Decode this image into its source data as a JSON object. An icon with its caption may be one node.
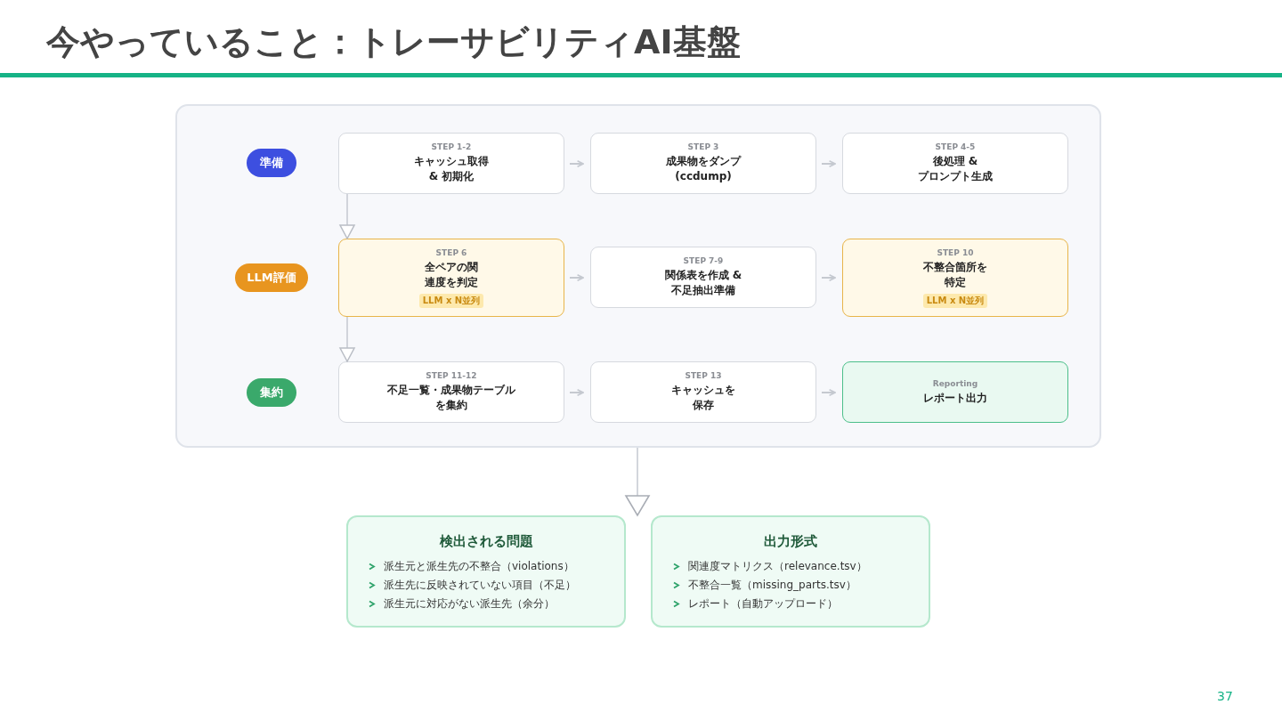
{
  "diagram": {
    "title": "今やっていること：トレーサビリティAI基盤",
    "nodes": [
      {
        "text": [],
        "shape": "box"
      },
      {
        "text": [
          "準備"
        ],
        "in": 0
      },
      {
        "text": [
          "STEP 1-2",
          "キャッシュ取得 & 初期化"
        ],
        "in": 0
      },
      {
        "text": [
          "STEP 3",
          "成果物をダンプ (ccdump)"
        ],
        "in": 0
      },
      {
        "text": [
          "STEP 4-5",
          "後処理 & プロンプト生成"
        ],
        "in": 0
      },
      {
        "text": [
          "LLM評価"
        ],
        "in": 0
      },
      {
        "text": [
          "STEP 6",
          "全ペアの関連度を判定",
          "LLM x N並列"
        ],
        "in": 0
      },
      {
        "text": [
          "STEP 7-9",
          "関係表を作成 & 不足抽出準備"
        ],
        "in": 0
      },
      {
        "text": [
          "STEP 10",
          "不整合箇所を特定",
          "LLM x N並列"
        ],
        "in": 0
      },
      {
        "text": [
          "集約"
        ],
        "in": 0
      },
      {
        "text": [
          "STEP 11-12",
          "不足一覧・成果物テーブルを集約"
        ],
        "in": 0
      },
      {
        "text": [
          "STEP 13",
          "キャッシュを保存"
        ],
        "in": 0
      },
      {
        "text": [
          "Reporting",
          "レポート出力"
        ],
        "in": 0
      },
      {
        "text": [
          "検出される問題",
          "派生元と派生先の不整合（violations）",
          "派生先に反映されていない項目（不足）",
          "派生元に対応がない派生先（余分）"
        ]
      },
      {
        "text": [
          "出力形式",
          "関連度マトリクス（relevance.tsv）",
          "不整合一覧（missing_parts.tsv）",
          "レポート（自動アップロード）"
        ]
      }
    ],
    "edges": [
      {
        "from": 2,
        "to": 3,
        "arrow": "to"
      },
      {
        "from": 3,
        "to": 4,
        "arrow": "to"
      },
      {
        "from": 6,
        "to": 7,
        "arrow": "to"
      },
      {
        "from": 7,
        "to": 8,
        "arrow": "to"
      },
      {
        "from": 10,
        "to": 11,
        "arrow": "to"
      },
      {
        "from": 11,
        "to": 12,
        "arrow": "to"
      },
      {
        "from": 2,
        "to": 6,
        "arrow": "to"
      },
      {
        "from": 6,
        "to": 10,
        "arrow": "to"
      },
      {
        "from": 0,
        "to": 13,
        "arrow": "to"
      },
      {
        "from": 0,
        "to": 14,
        "arrow": "to"
      }
    ],
    "labels": [
      "37"
    ]
  }
}
